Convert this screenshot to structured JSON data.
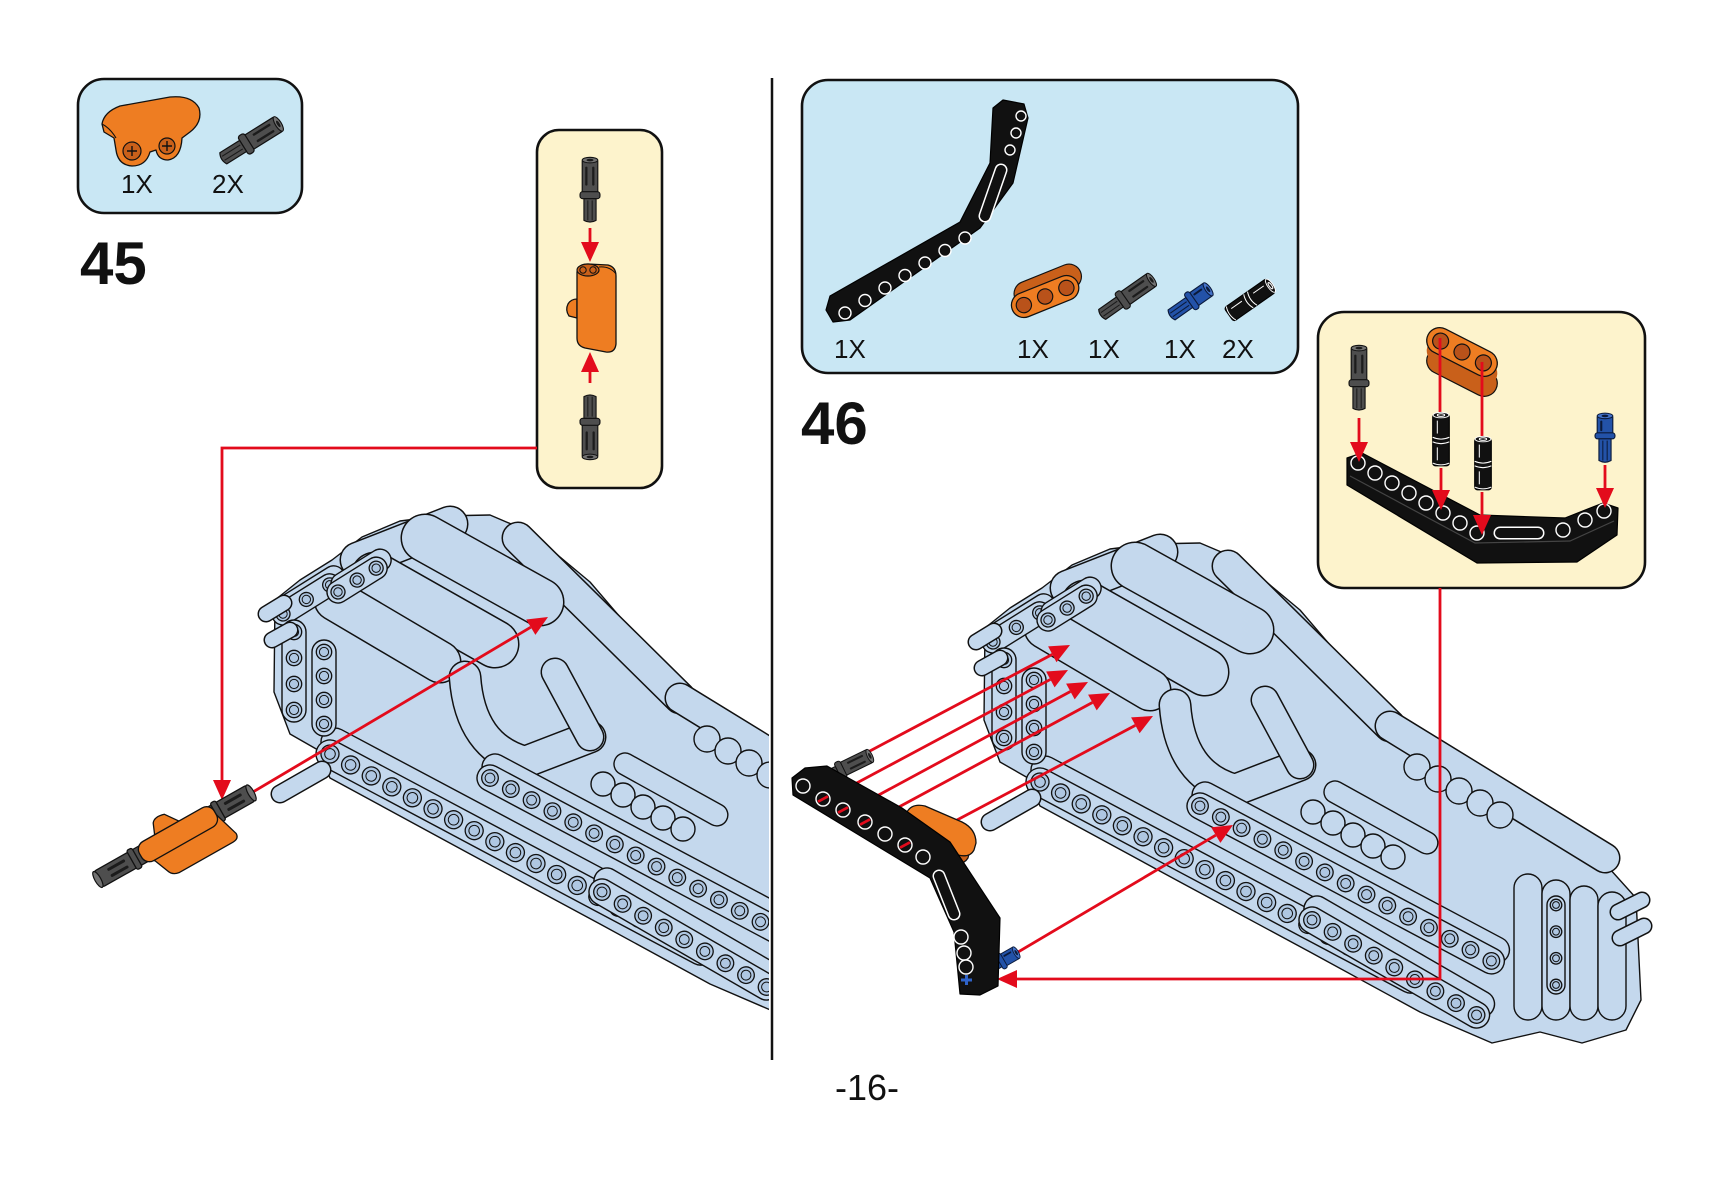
{
  "page": {
    "number": "-16-"
  },
  "colors": {
    "arrow_red": "#E30B1C",
    "parts_box_bg": "#C9E7F4",
    "callout_bg": "#FDF3CC",
    "assembly_light_blue": "#C4D8ED",
    "orange": "#EE7D22",
    "blue": "#2352A8",
    "dark_gray": "#4E4E4E",
    "black": "#111111"
  },
  "steps": [
    {
      "number": "45",
      "parts": [
        {
          "qty": "1X",
          "icon": "orange-curved-panel-icon"
        },
        {
          "qty": "2X",
          "icon": "gray-axle-pin-icon"
        }
      ]
    },
    {
      "number": "46",
      "parts": [
        {
          "qty": "1X",
          "icon": "black-bent-beam-icon"
        },
        {
          "qty": "1X",
          "icon": "orange-3-hole-beam-icon"
        },
        {
          "qty": "1X",
          "icon": "gray-axle-pin-icon"
        },
        {
          "qty": "1X",
          "icon": "blue-axle-pin-icon"
        },
        {
          "qty": "2X",
          "icon": "black-pin-icon"
        }
      ]
    }
  ]
}
